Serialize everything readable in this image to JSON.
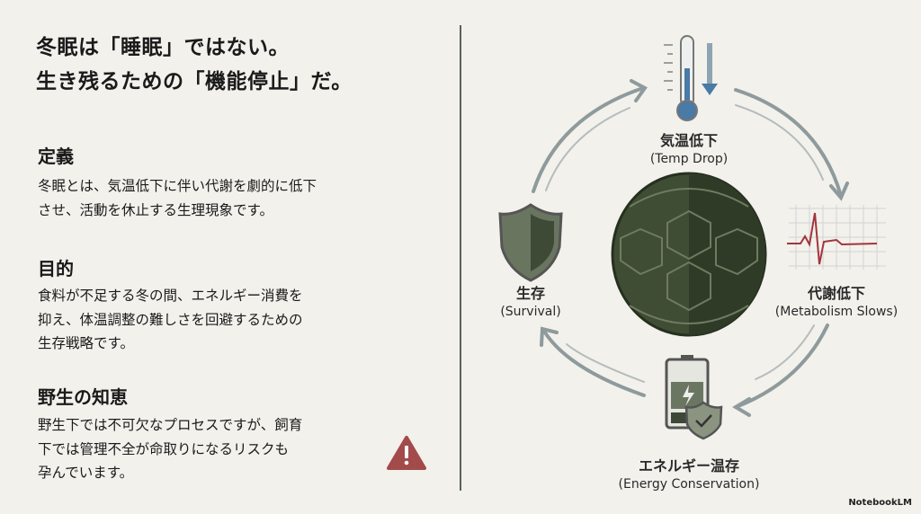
{
  "title": {
    "line1": "冬眠は「睡眠」ではない。",
    "line2": "生き残るための「機能停止」だ。"
  },
  "sections": [
    {
      "heading": "定義",
      "lines": [
        "冬眠とは、気温低下に伴い代謝を劇的に低下",
        "させ、活動を休止する生理現象です。"
      ]
    },
    {
      "heading": "目的",
      "lines": [
        "食料が不足する冬の間、エネルギー消費を",
        "抑え、体温調整の難しさを回避するための",
        "生存戦略です。"
      ]
    },
    {
      "heading": "野生の知恵",
      "lines": [
        "野生下では不可欠なプロセスですが、飼育",
        "下では管理不全が命取りになるリスクも",
        "孕んでいます。"
      ]
    }
  ],
  "cycle": [
    {
      "jp": "気温低下",
      "en": "(Temp Drop)",
      "icon": "thermometer-icon"
    },
    {
      "jp": "代謝低下",
      "en": "(Metabolism Slows)",
      "icon": "ecg-icon"
    },
    {
      "jp": "エネルギー温存",
      "en": "(Energy Conservation)",
      "icon": "battery-shield-icon"
    },
    {
      "jp": "生存",
      "en": "(Survival)",
      "icon": "shield-icon"
    }
  ],
  "center_icon": "turtle-shell-icon",
  "warning_icon": "warning-icon",
  "brand": "NotebookLM",
  "colors": {
    "background": "#f2f1ec",
    "warning": "#a34a4a",
    "shell": "#3f4d34",
    "arrow": "#8e9a9c",
    "thermo": "#4a7aa6",
    "ecg": "#a3343c"
  }
}
